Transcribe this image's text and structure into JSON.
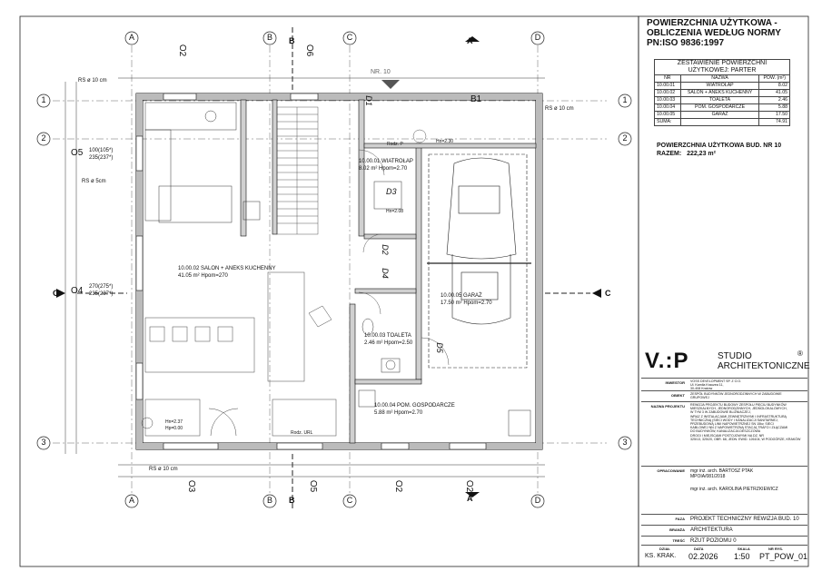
{
  "sheet": {
    "title_lines": [
      "POWIERZCHNIA UŻYTKOWA -",
      "OBLICZENIA WEDŁUG NORMY",
      "PN:ISO 9836:1997"
    ],
    "table_caption_lines": [
      "ZESTAWIENIE POWIERZCHNI",
      "UŻYTKOWEJ: PARTER"
    ],
    "table_headers": [
      "NR",
      "NAZWA",
      "POW. (m²)"
    ],
    "rooms": [
      {
        "nr": "10.00.01",
        "name": "WIATROŁAP",
        "area": "8.02"
      },
      {
        "nr": "10.00.02",
        "name": "SALON + ANEKS KUCHENNY",
        "area": "41.05"
      },
      {
        "nr": "10.00.03",
        "name": "TOALETA",
        "area": "2.46"
      },
      {
        "nr": "10.00.04",
        "name": "POM. GOSPODARCZE",
        "area": "5.88"
      },
      {
        "nr": "10.00.05",
        "name": "GARAŻ",
        "area": "17.50"
      }
    ],
    "sum_label": "SUMA:",
    "sum_value": "74.91",
    "total_line1": "POWIERZCHNIA UŻYTKOWA BUD. NR 10",
    "total_label": "RAZEM:",
    "total_value": "222,23 m²"
  },
  "studio": {
    "logo_text": "V.:P",
    "name_line1": "STUDIO",
    "name_line2": "ARCHITEKTONICZNE",
    "reg": "®"
  },
  "title_block": {
    "investor_label": "INWESTOR",
    "investor_lines": [
      "VOSS DEVELOPMENT SP. Z O.O.",
      "Ul. Kamila Krauzea 11,",
      "30-408 Kraków"
    ],
    "object_label": "OBIEKT",
    "object_lines": [
      "ZESPÓŁ BUDYNKÓW JEDNORODZINNYCH W ZABUDOWIE",
      "GRUPOWEJ"
    ],
    "project_label": "NAZWA PROJEKTU",
    "project_lines": [
      "REWIZJA PROJEKTU BUDOWY ZESPOŁU PIĘCIU BUDYNKÓW",
      "MIESZKALNYCH, JEDNORODZINNYCH, JEDNOLOKALOWYCH,",
      "W TYM 3 W ZABUDOWIE BLIŹNIACZEJ,",
      "WRAZ Z INSTALACJAMI ZEWNĘTRZNYMI I INFRASTRUKTURĄ",
      "TECHNICZNĄ (SIECI WODY I KANALIZACJI SANITARNEJ,",
      "PRZEBUDOWĄ LINII NAPOWIETRZNEJ SN 15kv, SIECI",
      "KABLOWEJ NN Z NAPOWIETRZNĄ STACJĄ TRAFO I ZŁĄCZAMI",
      "DO BUDYNKÓW, KANALIZACJA DESZCZOWA",
      "DROGI I MIEJSCAMI POSTOJOWYMI NA DZ. NR",
      "325/13, 325/20, OBR. 68, JEDN. EWID. 126104, W PODGÓRZE, KRAKÓW"
    ],
    "author_label": "OPRACOWANIE",
    "author_lines": [
      "mgr inż. arch. BARTOSZ PTAK",
      "MPOIA/081/2018",
      "",
      "mgr inż. arch. KAROLINA PIETRZKIEWICZ"
    ],
    "phase_label": "FAZA",
    "phase_value": "PROJEKT TECHNICZNY REWIZJA BUD. 10",
    "branch_label": "BRANŻA",
    "branch_value": "ARCHITEKTURA",
    "sheet_label": "TREŚĆ",
    "sheet_value": "RZUT POZIOMU 0",
    "footer_labels": [
      "DZIAŁ",
      "DATA",
      "SKALA",
      "NR RYS."
    ],
    "footer_values": [
      "KS. KRAK.",
      "02.2026",
      "1:50",
      "PT_POW_01"
    ]
  },
  "plan": {
    "axes_top": [
      "A",
      "B",
      "C",
      "D"
    ],
    "axes_side": [
      "1",
      "2",
      "3"
    ],
    "section_marks": [
      "A",
      "B",
      "C"
    ],
    "building_nr": "NR. 10",
    "rs_labels": [
      "RS ø 10 cm",
      "RS ø 5cm",
      "RS ø 10 cm",
      "RS ø 10 cm"
    ],
    "dims_left": [
      "100(105*)",
      "235(237*)",
      "270(275*)",
      "235(237*)"
    ],
    "window_tags": [
      "O2",
      "O6",
      "O5",
      "O4",
      "O3",
      "O5",
      "O2",
      "O2"
    ],
    "door_tags": [
      "D1",
      "D2",
      "D3",
      "D4",
      "D5",
      "B1"
    ],
    "rooms": [
      {
        "id": "wiatrolap",
        "lines": [
          "10.00.01 WIATROŁAP",
          "8.02 m² Hpom=2.70"
        ]
      },
      {
        "id": "salon",
        "lines": [
          "10.00.02 SALON + ANEKS KUCHENNY",
          "41.05 m² Hpom=270"
        ]
      },
      {
        "id": "toaleta",
        "lines": [
          "10.00.03 TOALETA",
          "2.46 m² Hpom=2.50"
        ]
      },
      {
        "id": "gosp",
        "lines": [
          "10.00.04 POM. GOSPODARCZE",
          "5.88 m² Hpom=2.70"
        ]
      },
      {
        "id": "garaz",
        "lines": [
          "10.00.05 GARAŻ",
          "17.50 m² Hpom=2.70"
        ]
      }
    ],
    "small_notes": [
      "Hn=2.30",
      "Hn=2.08",
      "Hn=2.37",
      "Hp=0.00",
      "Rodz. URL",
      "Rodz. P"
    ]
  }
}
